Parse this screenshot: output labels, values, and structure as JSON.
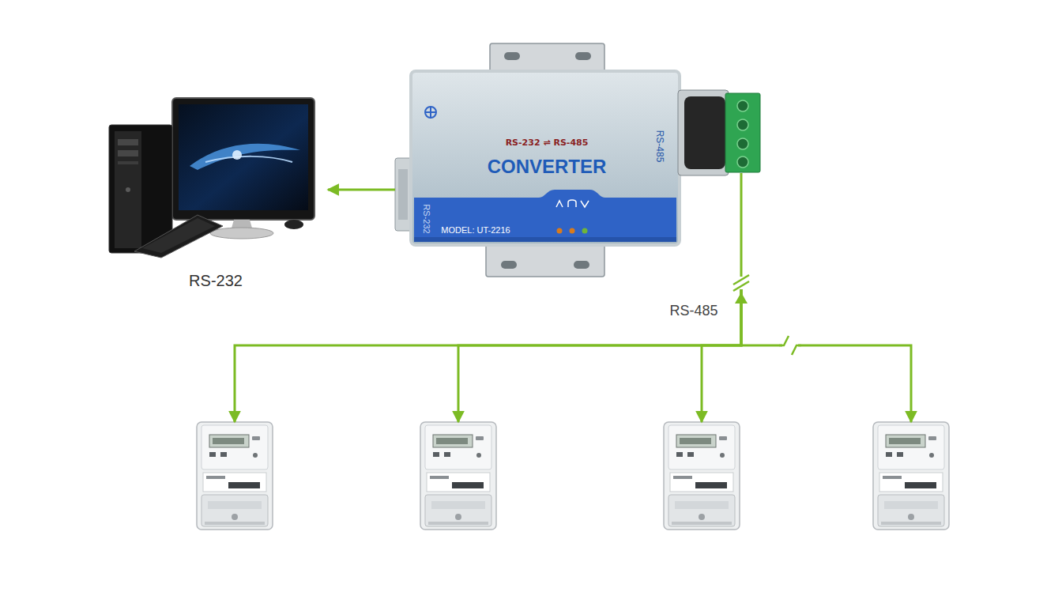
{
  "diagram": {
    "nodes": [
      {
        "text": [
          "RS-232"
        ]
      },
      {
        "text": [
          "RS-232 ⇌ RS-485",
          "CONVERTER",
          "MODEL: UT-2216",
          "RS-485",
          "RS-232"
        ]
      },
      {
        "text": []
      },
      {
        "text": []
      },
      {
        "text": []
      },
      {
        "text": []
      }
    ],
    "edges": [
      {
        "from": 1,
        "to": 0,
        "arrow": "to"
      },
      {
        "from": 1,
        "to": 2,
        "arrow": "both"
      },
      {
        "from": 1,
        "to": 3,
        "arrow": "both"
      },
      {
        "from": 1,
        "to": 4,
        "arrow": "both"
      },
      {
        "from": 1,
        "to": 5,
        "arrow": "both"
      }
    ],
    "labels": [
      "RS-485"
    ]
  }
}
